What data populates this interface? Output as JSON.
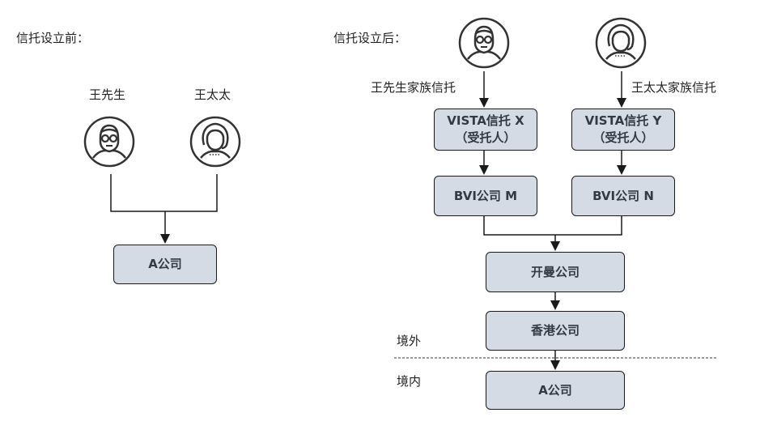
{
  "colors": {
    "box_fill": "#d5dbe4",
    "box_border": "#1a1a1a",
    "line": "#1a1a1a"
  },
  "before": {
    "heading": "信托设立前：",
    "persons": [
      {
        "label": "王先生",
        "icon": "man-with-glasses-icon"
      },
      {
        "label": "王太太",
        "icon": "woman-icon"
      }
    ],
    "company": "A公司"
  },
  "after": {
    "heading": "信托设立后：",
    "left_trust_label": "王先生家族信托",
    "right_trust_label": "王太太家族信托",
    "trustee_x": {
      "line1": "VISTA信托 X",
      "line2": "（受托人）"
    },
    "trustee_y": {
      "line1": "VISTA信托 Y",
      "line2": "（受托人）"
    },
    "bvi_m": "BVI公司 M",
    "bvi_n": "BVI公司 N",
    "kaiman": "开曼公司",
    "hongkong": "香港公司",
    "offshore_label": "境外",
    "onshore_label": "境内",
    "company": "A公司"
  }
}
